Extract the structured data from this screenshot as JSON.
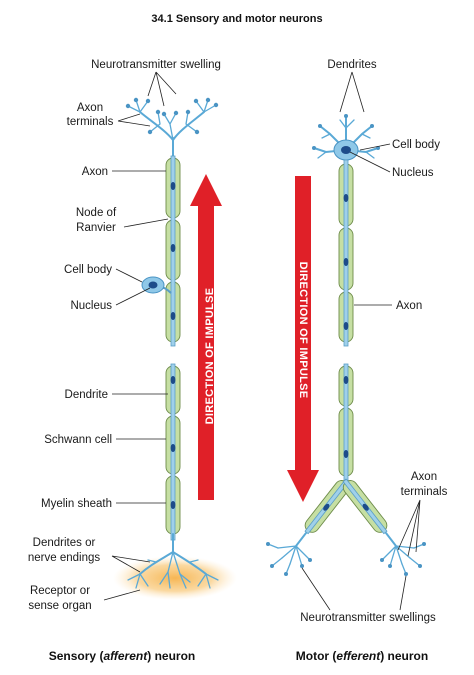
{
  "figure_title": "34.1 Sensory and motor neurons",
  "sensory": {
    "labels": {
      "neurotransmitter_swelling": "Neurotransmitter swelling",
      "axon_terminals_line1": "Axon",
      "axon_terminals_line2": "terminals",
      "axon": "Axon",
      "node_line1": "Node of",
      "node_line2": "Ranvier",
      "cell_body": "Cell body",
      "nucleus": "Nucleus",
      "dendrite": "Dendrite",
      "schwann_cell": "Schwann cell",
      "myelin_sheath": "Myelin sheath",
      "dendrites_line1": "Dendrites or",
      "dendrites_line2": "nerve endings",
      "receptor_line1": "Receptor or",
      "receptor_line2": "sense organ"
    },
    "arrow_text": "DIRECTION OF IMPULSE",
    "caption_prefix": "Sensory (",
    "caption_italic": "afferent",
    "caption_suffix": ") neuron"
  },
  "motor": {
    "labels": {
      "dendrites": "Dendrites",
      "cell_body": "Cell body",
      "nucleus": "Nucleus",
      "axon": "Axon",
      "axon_terminals_line1": "Axon",
      "axon_terminals_line2": "terminals",
      "neurotransmitter_swellings": "Neurotransmitter swellings"
    },
    "arrow_text": "DIRECTION OF IMPULSE",
    "caption_prefix": "Motor (",
    "caption_italic": "efferent",
    "caption_suffix": ") neuron"
  },
  "colors": {
    "arrow": "#e02028",
    "schwann_cell": "#c6dfa3",
    "axon": "#9fd0ea",
    "nucleus": "#1d4c8a",
    "dendrite": "#5aa9d6",
    "receptor": "#f6b24a"
  }
}
